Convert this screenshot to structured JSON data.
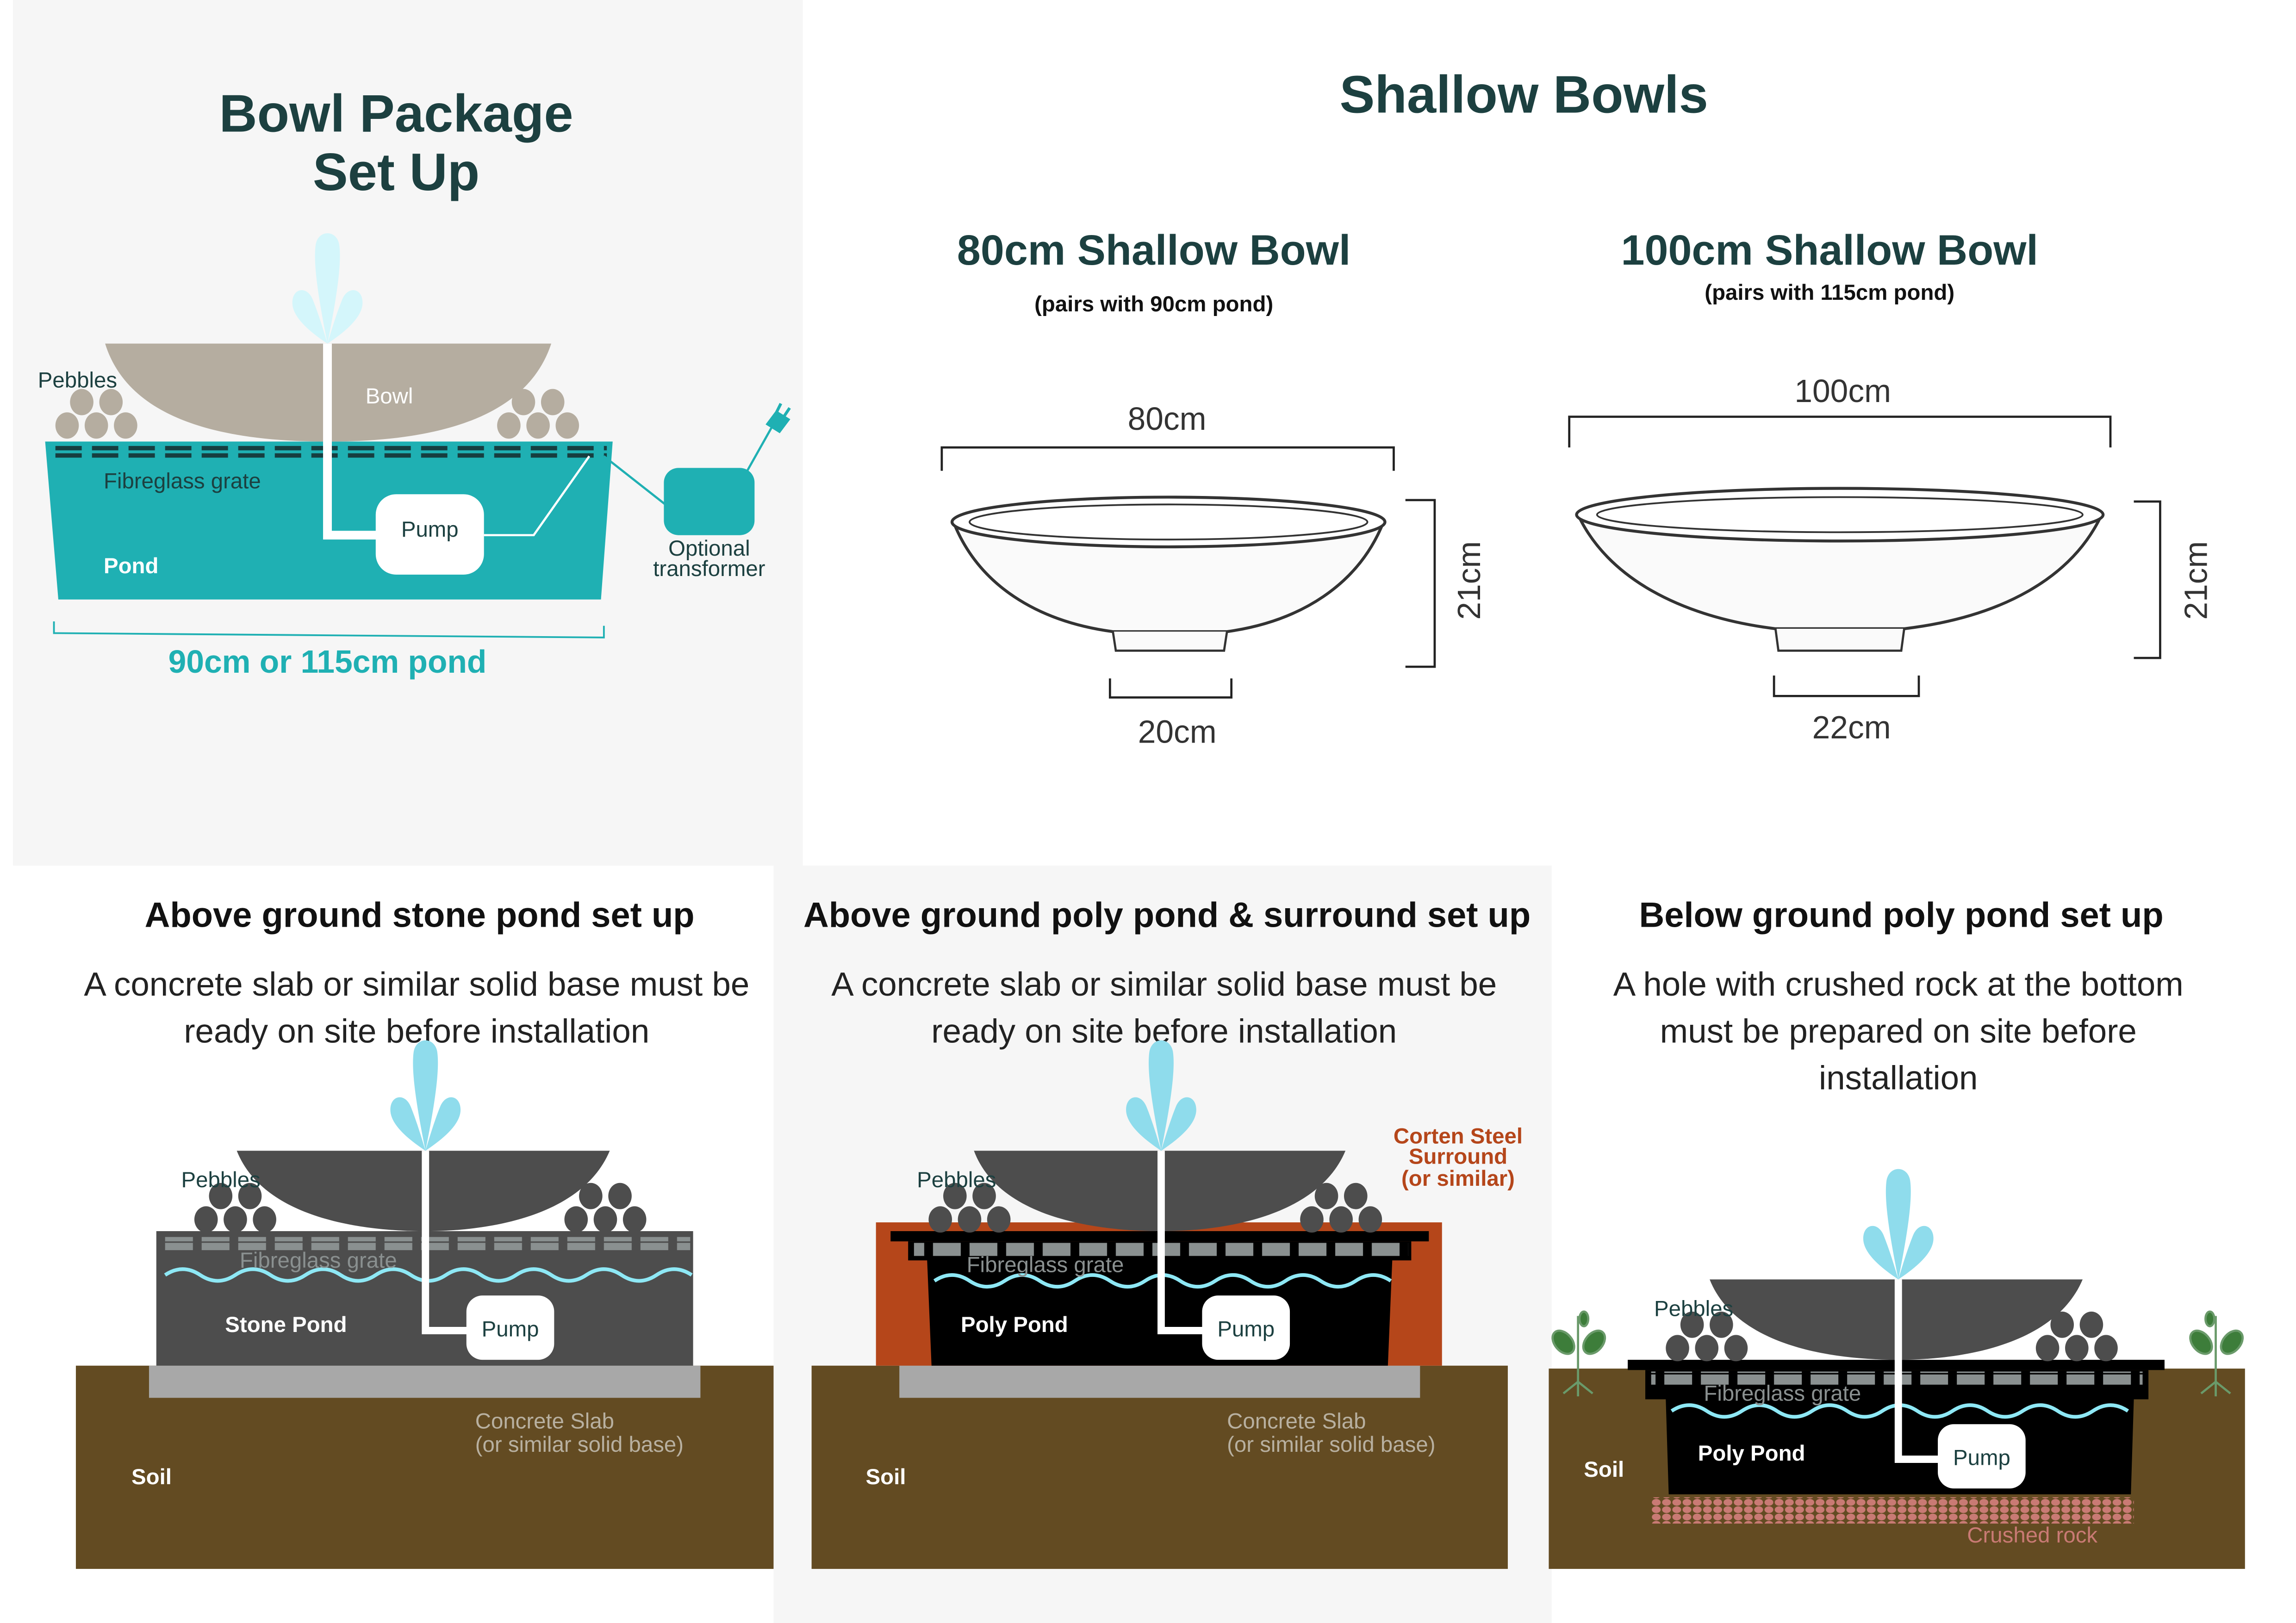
{
  "setup": {
    "title_line1": "Bowl Package",
    "title_line2": "Set Up",
    "pebbles": "Pebbles",
    "bowl": "Bowl",
    "grate": "Fibreglass grate",
    "pump": "Pump",
    "pond": "Pond",
    "transformer_line1": "Optional",
    "transformer_line2": "transformer",
    "size": "90cm or 115cm pond"
  },
  "shallow": {
    "title": "Shallow Bowls",
    "bowl80": {
      "title": "80cm Shallow Bowl",
      "note": "(pairs with 90cm pond)",
      "width": "80cm",
      "height": "21cm",
      "base": "20cm"
    },
    "bowl100": {
      "title": "100cm Shallow Bowl",
      "note": "(pairs with 115cm pond)",
      "width": "100cm",
      "height": "21cm",
      "base": "22cm"
    }
  },
  "stone": {
    "heading": "Above ground stone pond set up",
    "desc_line1": "A concrete slab or similar solid base must be",
    "desc_line2": "ready on site before installation",
    "pebbles": "Pebbles",
    "grate": "Fibreglass grate",
    "pond": "Stone Pond",
    "pump": "Pump",
    "slab_line1": "Concrete Slab",
    "slab_line2": "(or similar solid base)",
    "soil": "Soil"
  },
  "poly": {
    "heading": "Above ground poly pond & surround set up",
    "desc_line1": "A concrete slab or similar solid base must be",
    "desc_line2": "ready on site before installation",
    "pebbles": "Pebbles",
    "grate": "Fibreglass grate",
    "pond": "Poly Pond",
    "pump": "Pump",
    "surround_line1": "Corten Steel",
    "surround_line2": "Surround",
    "surround_line3": "(or similar)",
    "slab_line1": "Concrete Slab",
    "slab_line2": "(or similar solid base)",
    "soil": "Soil"
  },
  "below": {
    "heading": "Below ground poly pond set up",
    "desc_line1": "A hole with crushed rock at the bottom",
    "desc_line2": "must be prepared on site before",
    "desc_line3": "installation",
    "pebbles": "Pebbles",
    "grate": "Fibreglass grate",
    "pond": "Poly Pond",
    "pump": "Pump",
    "soil": "Soil",
    "rock": "Crushed rock"
  },
  "colors": {
    "teal": "#1fb0b3",
    "dark_teal": "#1c4040",
    "soil": "#634b22",
    "corten": "#b5461a",
    "water": "#8ee8f5",
    "rock": "#c97a74"
  }
}
